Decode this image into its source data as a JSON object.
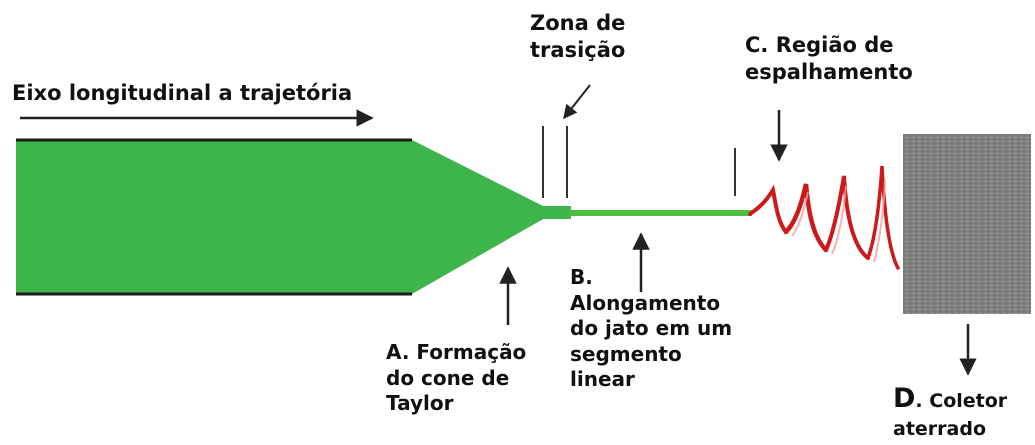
{
  "diagram": {
    "axis_label": "Eixo longitudinal a trajetória",
    "transition_label": "Zona de\ntrasição",
    "spreading": {
      "letter": "C.",
      "text": " Região de\nespalhamento"
    },
    "taylor_cone": {
      "letter": "A.",
      "text": " Formação\ndo cone de\nTaylor"
    },
    "elongation": {
      "letter": "B.",
      "text": "\nAlongamento\ndo jato em um\nsegmento\nlinear"
    },
    "collector": {
      "letter": "D",
      "text": ". Coletor\naterrado"
    }
  },
  "colors": {
    "cone_fill": "#3db54a",
    "cone_edge": "#1a1a1a",
    "jet": "#4cbf3f",
    "whip": "#cc1a1a",
    "collector": "#7e7e7e",
    "collector_texture": "#8fa08a",
    "arrow": "#222222"
  }
}
